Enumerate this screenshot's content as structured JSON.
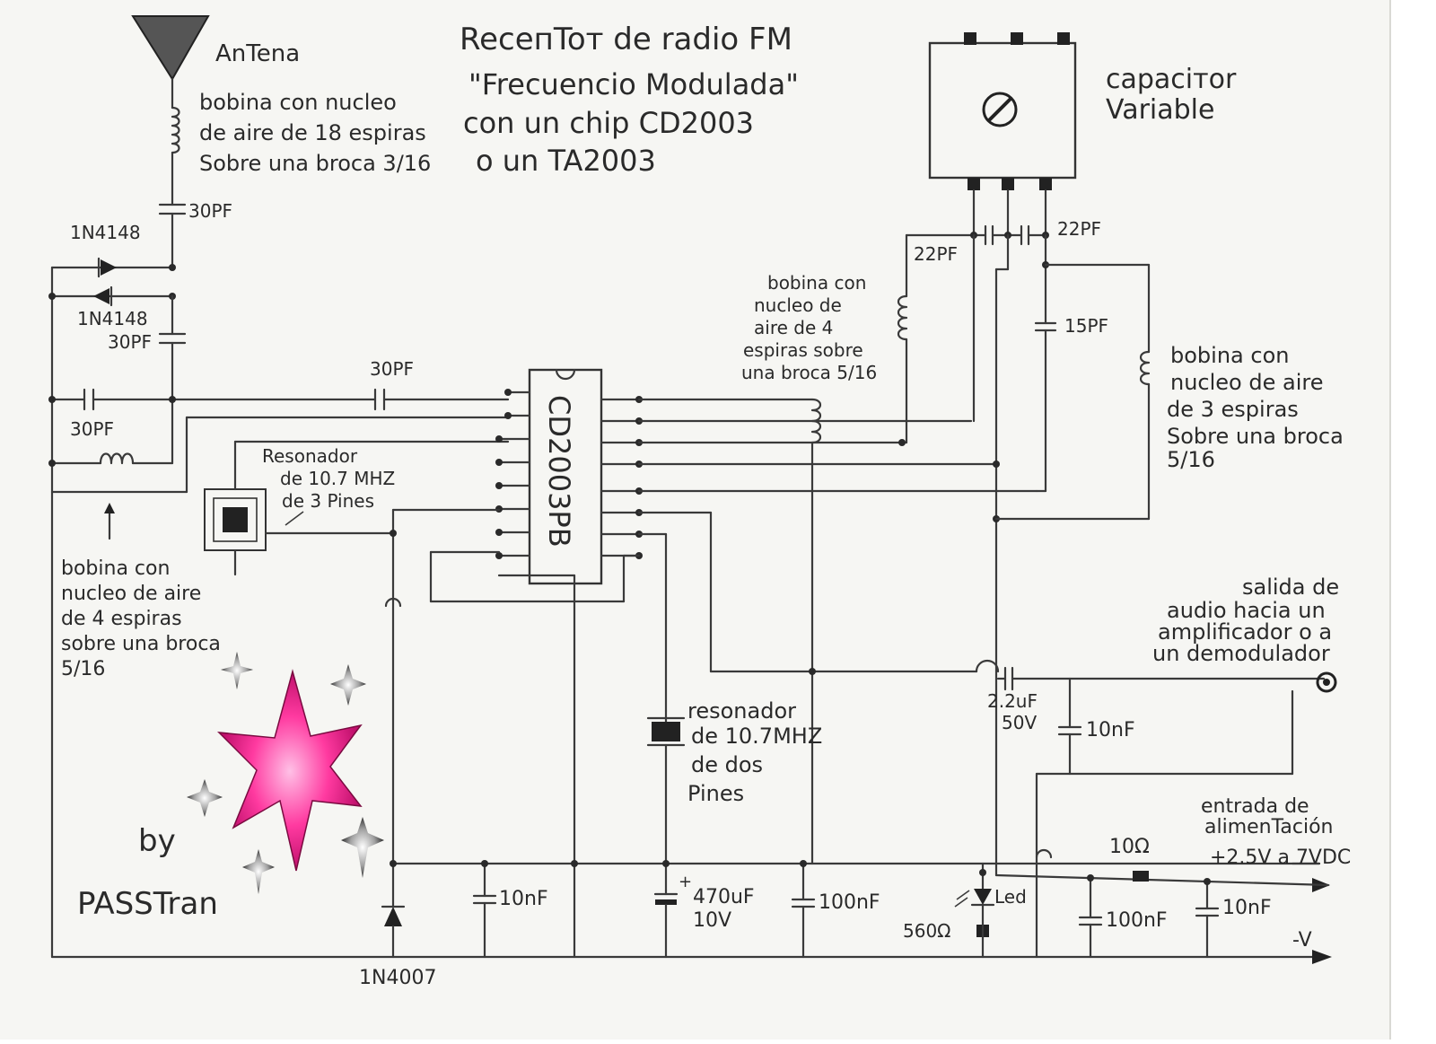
{
  "title": {
    "line1": "ReceпToт de radio FM",
    "line2": "\"Frecuencio Modulada\"",
    "line3": "con un chip CD2003",
    "line4": "o un TA2003"
  },
  "antenna": {
    "label": "AnTena"
  },
  "coil_top": {
    "line1": "bobina con nucleo",
    "line2": "de aire de 18 espiras",
    "line3": "Sobre una broca 3/16"
  },
  "cap_30pf_top": "30PF",
  "diode1": "1N4148",
  "diode2": "1N4148",
  "cap_30pf_mid": "30PF",
  "cap_30pf_left": "30PF",
  "cap_30pf_line": "30PF",
  "coil_left": {
    "line1": "bobina con",
    "line2": "nucleo de aire",
    "line3": "de 4 espiras",
    "line4": "sobre una broca",
    "line5": "5/16"
  },
  "resonator3": {
    "line1": "Resonador",
    "line2": "de 10.7 MHZ",
    "line3": "de 3 Pines"
  },
  "chip": {
    "label": "CD2003PB"
  },
  "variable_cap": {
    "line1": "capaciтor",
    "line2": "Variable"
  },
  "cap_22pf_left": "22PF",
  "cap_22pf_right": "22PF",
  "cap_15pf": "15PF",
  "coil_mid": {
    "line1": "bobina con",
    "line2": "nucleo de",
    "line3": "aire de 4",
    "line4": "espiras sobre",
    "line5": "una broca 5/16"
  },
  "coil_right": {
    "line1": "bobina con",
    "line2": "nucleo de aire",
    "line3": "de 3 espiras",
    "line4": "Sobre una broca",
    "line5": "5/16"
  },
  "audio_out": {
    "line1": "salida de",
    "line2": "audio hacia un",
    "line3": "amplificador o a",
    "line4": "un demodulador"
  },
  "cap_22uf": {
    "line1": "2.2uF",
    "line2": "50V"
  },
  "cap_10nf_audio": "10nF",
  "resonator2": {
    "line1": "resonador",
    "line2": "de 10.7MHZ",
    "line3": "de dos",
    "line4": "Pines"
  },
  "power_in": {
    "line1": "entrada de",
    "line2": "alimenTación",
    "line3": "+2.5V a 7VDC"
  },
  "res_10": "10Ω",
  "cap_10nf_bottom1": "10nF",
  "cap_470uf": {
    "line1": "470uF",
    "line2": "10V"
  },
  "cap_100nf_mid": "100nF",
  "led": "Led",
  "res_560": "560Ω",
  "cap_100nf_right": "100nF",
  "cap_10nf_right": "10nF",
  "neg_v": "-V",
  "diode_1n4007": "1N4007",
  "signature": {
    "line1": "by",
    "line2": "PASSTran"
  },
  "colors": {
    "ink": "#2a2a2a",
    "paper": "#f6f6f3",
    "star": "#ff3aa0"
  }
}
